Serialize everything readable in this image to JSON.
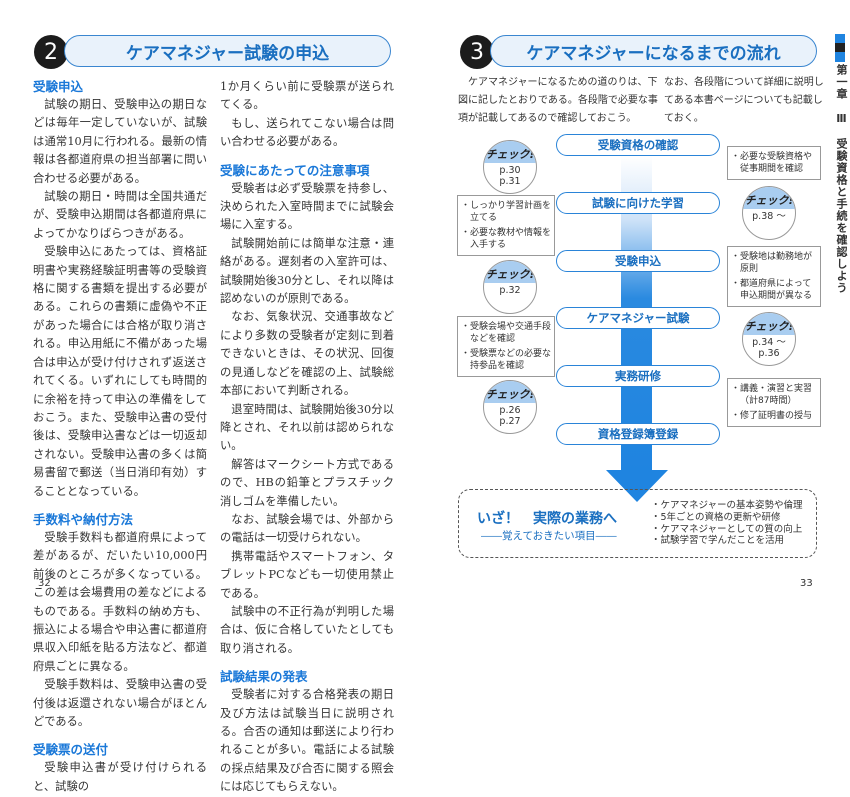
{
  "left": {
    "number": "2",
    "title": "ケアマネジャー試験の申込",
    "page": "32",
    "col1": [
      {
        "h": "受験申込"
      },
      {
        "p": "試験の期日、受験申込の期日などは毎年一定していないが、試験は通常10月に行われる。最新の情報は各都道府県の担当部署に問い合わせる必要がある。"
      },
      {
        "p": "試験の期日・時間は全国共通だが、受験申込期間は各都道府県によってかなりばらつきがある。"
      },
      {
        "p": "受験申込にあたっては、資格証明書や実務経験証明書等の受験資格に関する書類を提出する必要がある。これらの書類に虚偽や不正があった場合には合格が取り消される。申込用紙に不備があった場合は申込が受け付けされず返送されてくる。いずれにしても時間的に余裕を持って申込の準備をしておこう。また、受験申込書の受付後は、受験申込書などは一切返却されない。受験申込書の多くは簡易書留で郵送（当日消印有効）することとなっている。"
      },
      {
        "h": "手数料や納付方法"
      },
      {
        "p": "受験手数料も都道府県によって差があるが、だいたい10,000円前後のところが多くなっている。この差は会場費用の差などによるものである。手数料の納め方も、振込による場合や申込書に都道府県収入印紙を貼る方法など、都道府県ごとに異なる。"
      },
      {
        "p": "受験手数料は、受験申込書の受付後は返還されない場合がほとんどである。"
      },
      {
        "h": "受験票の送付"
      },
      {
        "p": "受験申込書が受け付けられると、試験の"
      }
    ],
    "col2": [
      {
        "c": "1か月くらい前に受験票が送られてくる。"
      },
      {
        "p": "もし、送られてこない場合は問い合わせる必要がある。"
      },
      {
        "h": "受験にあたっての注意事項"
      },
      {
        "p": "受験者は必ず受験票を持参し、決められた入室時間までに試験会場に入室する。"
      },
      {
        "p": "試験開始前には簡単な注意・連絡がある。遅刻者の入室許可は、試験開始後30分とし、それ以降は認めないのが原則である。"
      },
      {
        "p": "なお、気象状況、交通事故などにより多数の受験者が定刻に到着できないときは、その状況、回復の見通しなどを確認の上、試験総本部において判断される。"
      },
      {
        "p": "退室時間は、試験開始後30分以降とされ、それ以前は認められない。"
      },
      {
        "p": "解答はマークシート方式であるので、HBの鉛筆とプラスチック消しゴムを準備したい。"
      },
      {
        "p": "なお、試験会場では、外部からの電話は一切受けられない。"
      },
      {
        "p": "携帯電話やスマートフォン、タブレットPCなども一切使用禁止である。"
      },
      {
        "p": "試験中の不正行為が判明した場合は、仮に合格していたとしても取り消される。"
      },
      {
        "h": "試験結果の発表"
      },
      {
        "p": "受験者に対する合格発表の期日及び方法は試験当日に説明される。合否の通知は郵送により行われることが多い。電話による試験の採点結果及び合否に関する照会には応じてもらえない。"
      }
    ]
  },
  "right": {
    "number": "3",
    "title": "ケアマネジャーになるまでの流れ",
    "page": "33",
    "intro1": "ケアマネジャーになるための道のりは、下図に記したとおりである。各段階で必要な事項が記載してあるので確認しておこう。",
    "intro2": "なお、各段階について詳細に説明してある本書ページについても記載しておく。",
    "check_label": "チェック!",
    "stages": [
      "受験資格の確認",
      "試験に向けた学習",
      "受験申込",
      "ケアマネジャー試験",
      "実務研修",
      "資格登録簿登録"
    ],
    "checks": [
      [
        "p.30",
        "p.31"
      ],
      [
        "p.38 ～"
      ],
      [
        "p.32"
      ],
      [
        "p.34 ～",
        "p.36"
      ],
      [
        "p.26",
        "p.27"
      ]
    ],
    "notes": [
      [
        "・必要な受験資格や従事期間を確認"
      ],
      [
        "・しっかり学習計画を立てる",
        "・必要な教材や情報を入手する"
      ],
      [
        "・受験地は勤務地が原則",
        "・都道府県によって申込期間が異なる"
      ],
      [
        "・受験会場や交通手段などを確認",
        "・受験票などの必要な持参品を確認"
      ],
      [
        "・講義・演習と実習（計87時間）",
        "・修了証明書の授与"
      ]
    ],
    "final": {
      "title": "いざ！　実際の業務へ",
      "subtitle": "――覚えておきたい項目――",
      "items": [
        "・ケアマネジャーの基本姿勢や倫理",
        "・5年ごとの資格の更新や研修",
        "・ケアマネジャーとしての質の向上",
        "・試験学習で学んだことを活用"
      ]
    },
    "side_tab": "第一章　Ⅲ　受験資格と手続を確認しよう",
    "colors": {
      "accent": "#1f84e0",
      "heading": "#1a78d8"
    }
  }
}
